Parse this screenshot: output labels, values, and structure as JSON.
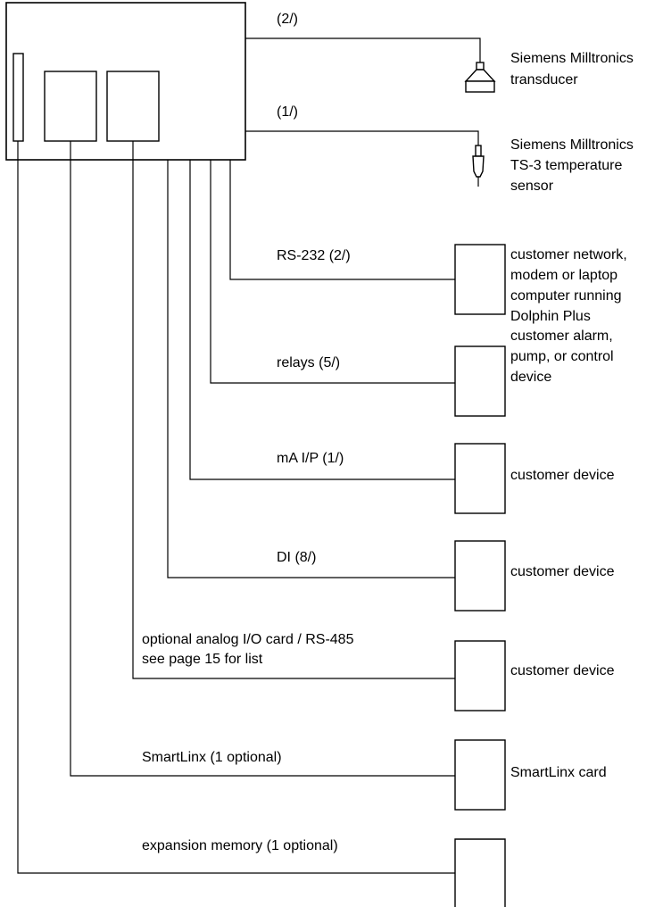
{
  "connections": {
    "transducer": {
      "line_label": "(2/)",
      "device_label": [
        "Siemens Milltronics",
        "transducer"
      ]
    },
    "temp_sensor": {
      "line_label": "(1/)",
      "device_label": [
        "Siemens Milltronics",
        "TS-3 temperature",
        "sensor"
      ]
    },
    "rs232": {
      "line_label": "RS-232 (2/)",
      "device_label": [
        "customer network,",
        "modem or laptop",
        "computer running",
        "Dolphin Plus"
      ]
    },
    "relays": {
      "line_label": "relays (5/)",
      "device_label": [
        "customer alarm,",
        "pump, or control",
        "device"
      ]
    },
    "ma_ip": {
      "line_label": "mA I/P (1/)",
      "device_label": [
        "customer device"
      ]
    },
    "di": {
      "line_label": "DI (8/)",
      "device_label": [
        "customer device"
      ]
    },
    "analog_io": {
      "line_label": [
        "optional analog I/O card / RS-485",
        "see page 15 for list"
      ],
      "device_label": [
        "customer device"
      ]
    },
    "smartlinx": {
      "line_label": "SmartLinx (1 optional)",
      "device_label": [
        "SmartLinx card"
      ]
    },
    "memory": {
      "line_label": "expansion memory (1 optional)"
    }
  }
}
